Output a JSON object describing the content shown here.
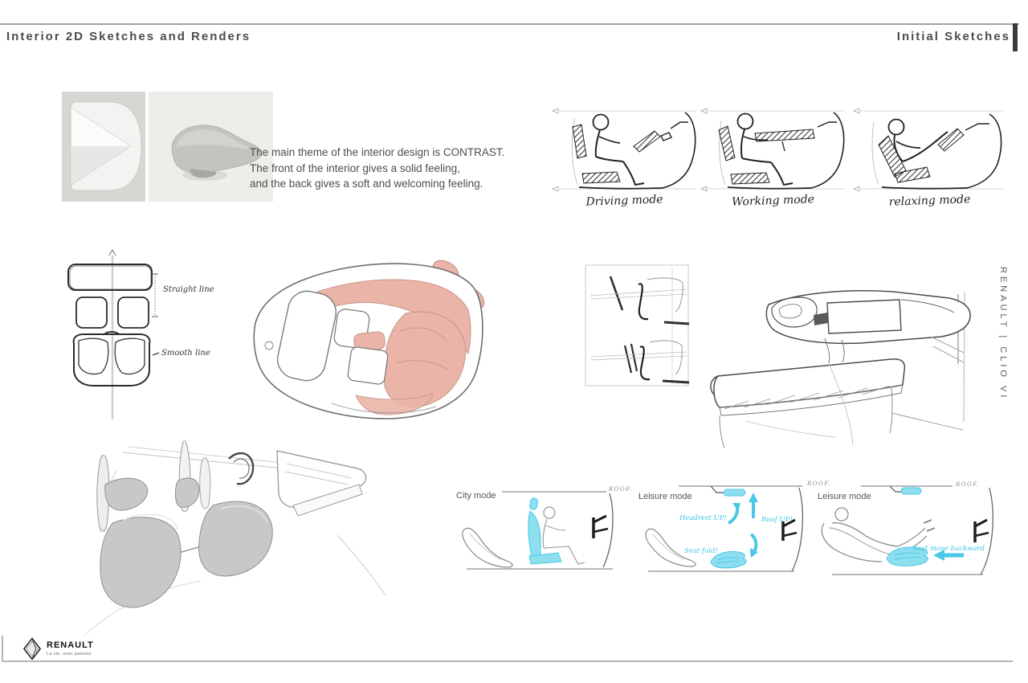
{
  "header": {
    "title": "Interior 2D Sketches and Renders",
    "section": "Initial Sketches"
  },
  "intro": {
    "line1": "The main theme of the interior design is CONTRAST.",
    "line2": "The front of the interior gives a solid feeling,",
    "line3": "and the back gives a soft and welcoming feeling."
  },
  "top_modes": [
    {
      "label": "Driving mode"
    },
    {
      "label": "Working mode"
    },
    {
      "label": "relaxing mode"
    }
  ],
  "plan_annotations": {
    "straight": "Straight line",
    "smooth": "Smooth line"
  },
  "bottom_modes": [
    {
      "label": "City mode",
      "roof": "ROOF."
    },
    {
      "label": "Leisure mode",
      "roof": "ROOF.",
      "ann_headrest": "Headrest UP!",
      "ann_roof": "Roof UP!",
      "ann_fold": "Seat fold!"
    },
    {
      "label": "Leisure mode",
      "roof": "ROOF.",
      "ann_move": "Seat move backward"
    }
  ],
  "side_label": "RENAULT | CLIO VI",
  "branding": {
    "name": "RENAULT",
    "tagline": "La vie, avec passion"
  },
  "colors": {
    "accent_pink": "#eab5a8",
    "accent_cyan": "#4ac7e6",
    "seat_gray": "#c8c8c8"
  }
}
